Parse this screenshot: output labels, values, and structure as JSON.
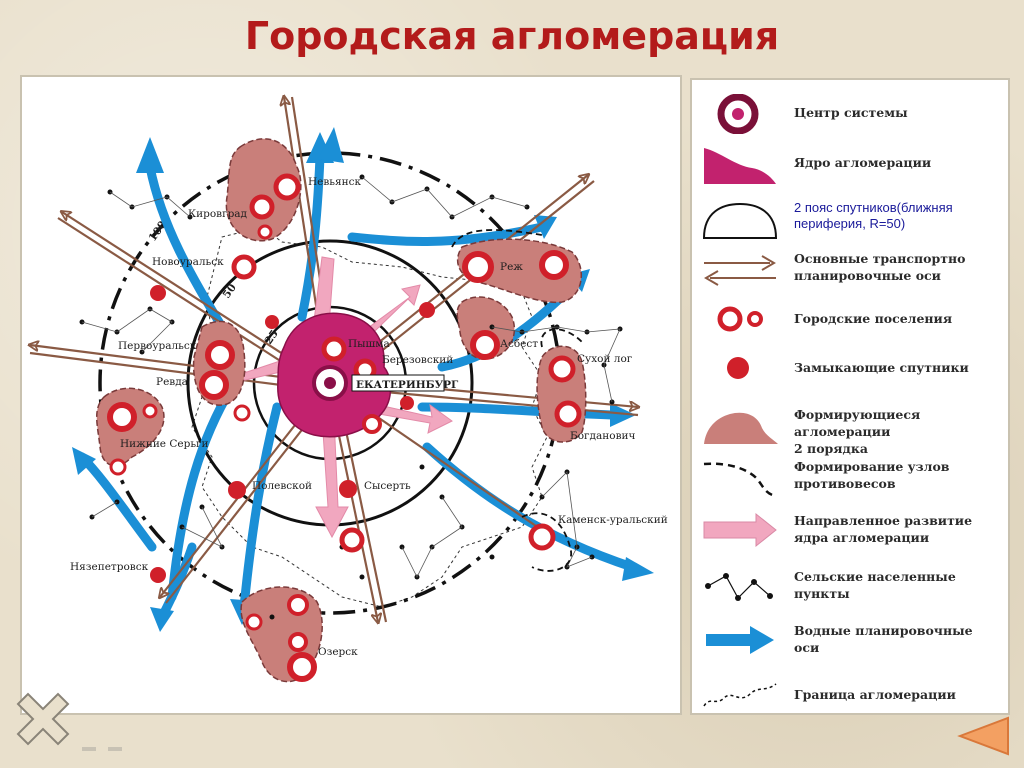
{
  "slide": {
    "title": "Городская агломерация"
  },
  "map": {
    "center_label": "ЕКАТЕРИНБУРГ",
    "ring_labels": [
      "25",
      "50",
      "100"
    ],
    "places": {
      "nevyansk": "Невьянск",
      "kirovgrad": "Кировград",
      "novouralsk": "Новоуральск",
      "rezh": "Реж",
      "asbest": "Асбест",
      "berezovsky": "Березовский",
      "verkhnyaya_pyshma": "Пышма",
      "sukhoy_log": "Сухой лог",
      "pervouralsk": "Первоуральск",
      "revda": "Ревда",
      "nizhnie_sergi": "Нижние Серьги",
      "bogdanovich": "Богданович",
      "polevskoy": "Полевской",
      "sysert": "Сысерть",
      "kamensk_uralsky": "Каменск-уральский",
      "nyazepetrovsk": "Нязепетровск",
      "oktyabrsky": "Озерск"
    }
  },
  "legend": {
    "items": [
      {
        "icon": "system-center-icon",
        "text": "Центр системы"
      },
      {
        "icon": "agglomeration-core-icon",
        "text": "Ядро агломерации"
      },
      {
        "icon": "satellite-belt-icon",
        "text": "2 пояс спутников(ближняя\nпериферия, R=50)"
      },
      {
        "icon": "transport-axes-icon",
        "text": "Основные транспортно\nпланировочные оси"
      },
      {
        "icon": "urban-settlements-icon",
        "text": "Городские поселения"
      },
      {
        "icon": "closing-satellites-icon",
        "text": "Замыкающие спутники"
      },
      {
        "icon": "second-order-agglomeration-icon",
        "text": "Формирующиеся агломерации\n2 порядка"
      },
      {
        "icon": "counterweight-nodes-icon",
        "text": "Формирование узлов\nпротивовесов"
      },
      {
        "icon": "directed-development-icon",
        "text": "Направленное развитие\nядра агломерации"
      },
      {
        "icon": "rural-settlements-icon",
        "text": "Сельские населенные\nпункты"
      },
      {
        "icon": "water-axes-icon",
        "text": "Водные планировочные\nоси"
      },
      {
        "icon": "agglomeration-boundary-icon",
        "text": "Граница агломерации"
      }
    ]
  },
  "colors": {
    "title": "#b31b1b",
    "core": "#c2226e",
    "settlement": "#d0202a",
    "second_order": "#c97f7a",
    "axis": "#8a5a44",
    "water": "#1b8fd6",
    "development": "#f1a7bf"
  }
}
